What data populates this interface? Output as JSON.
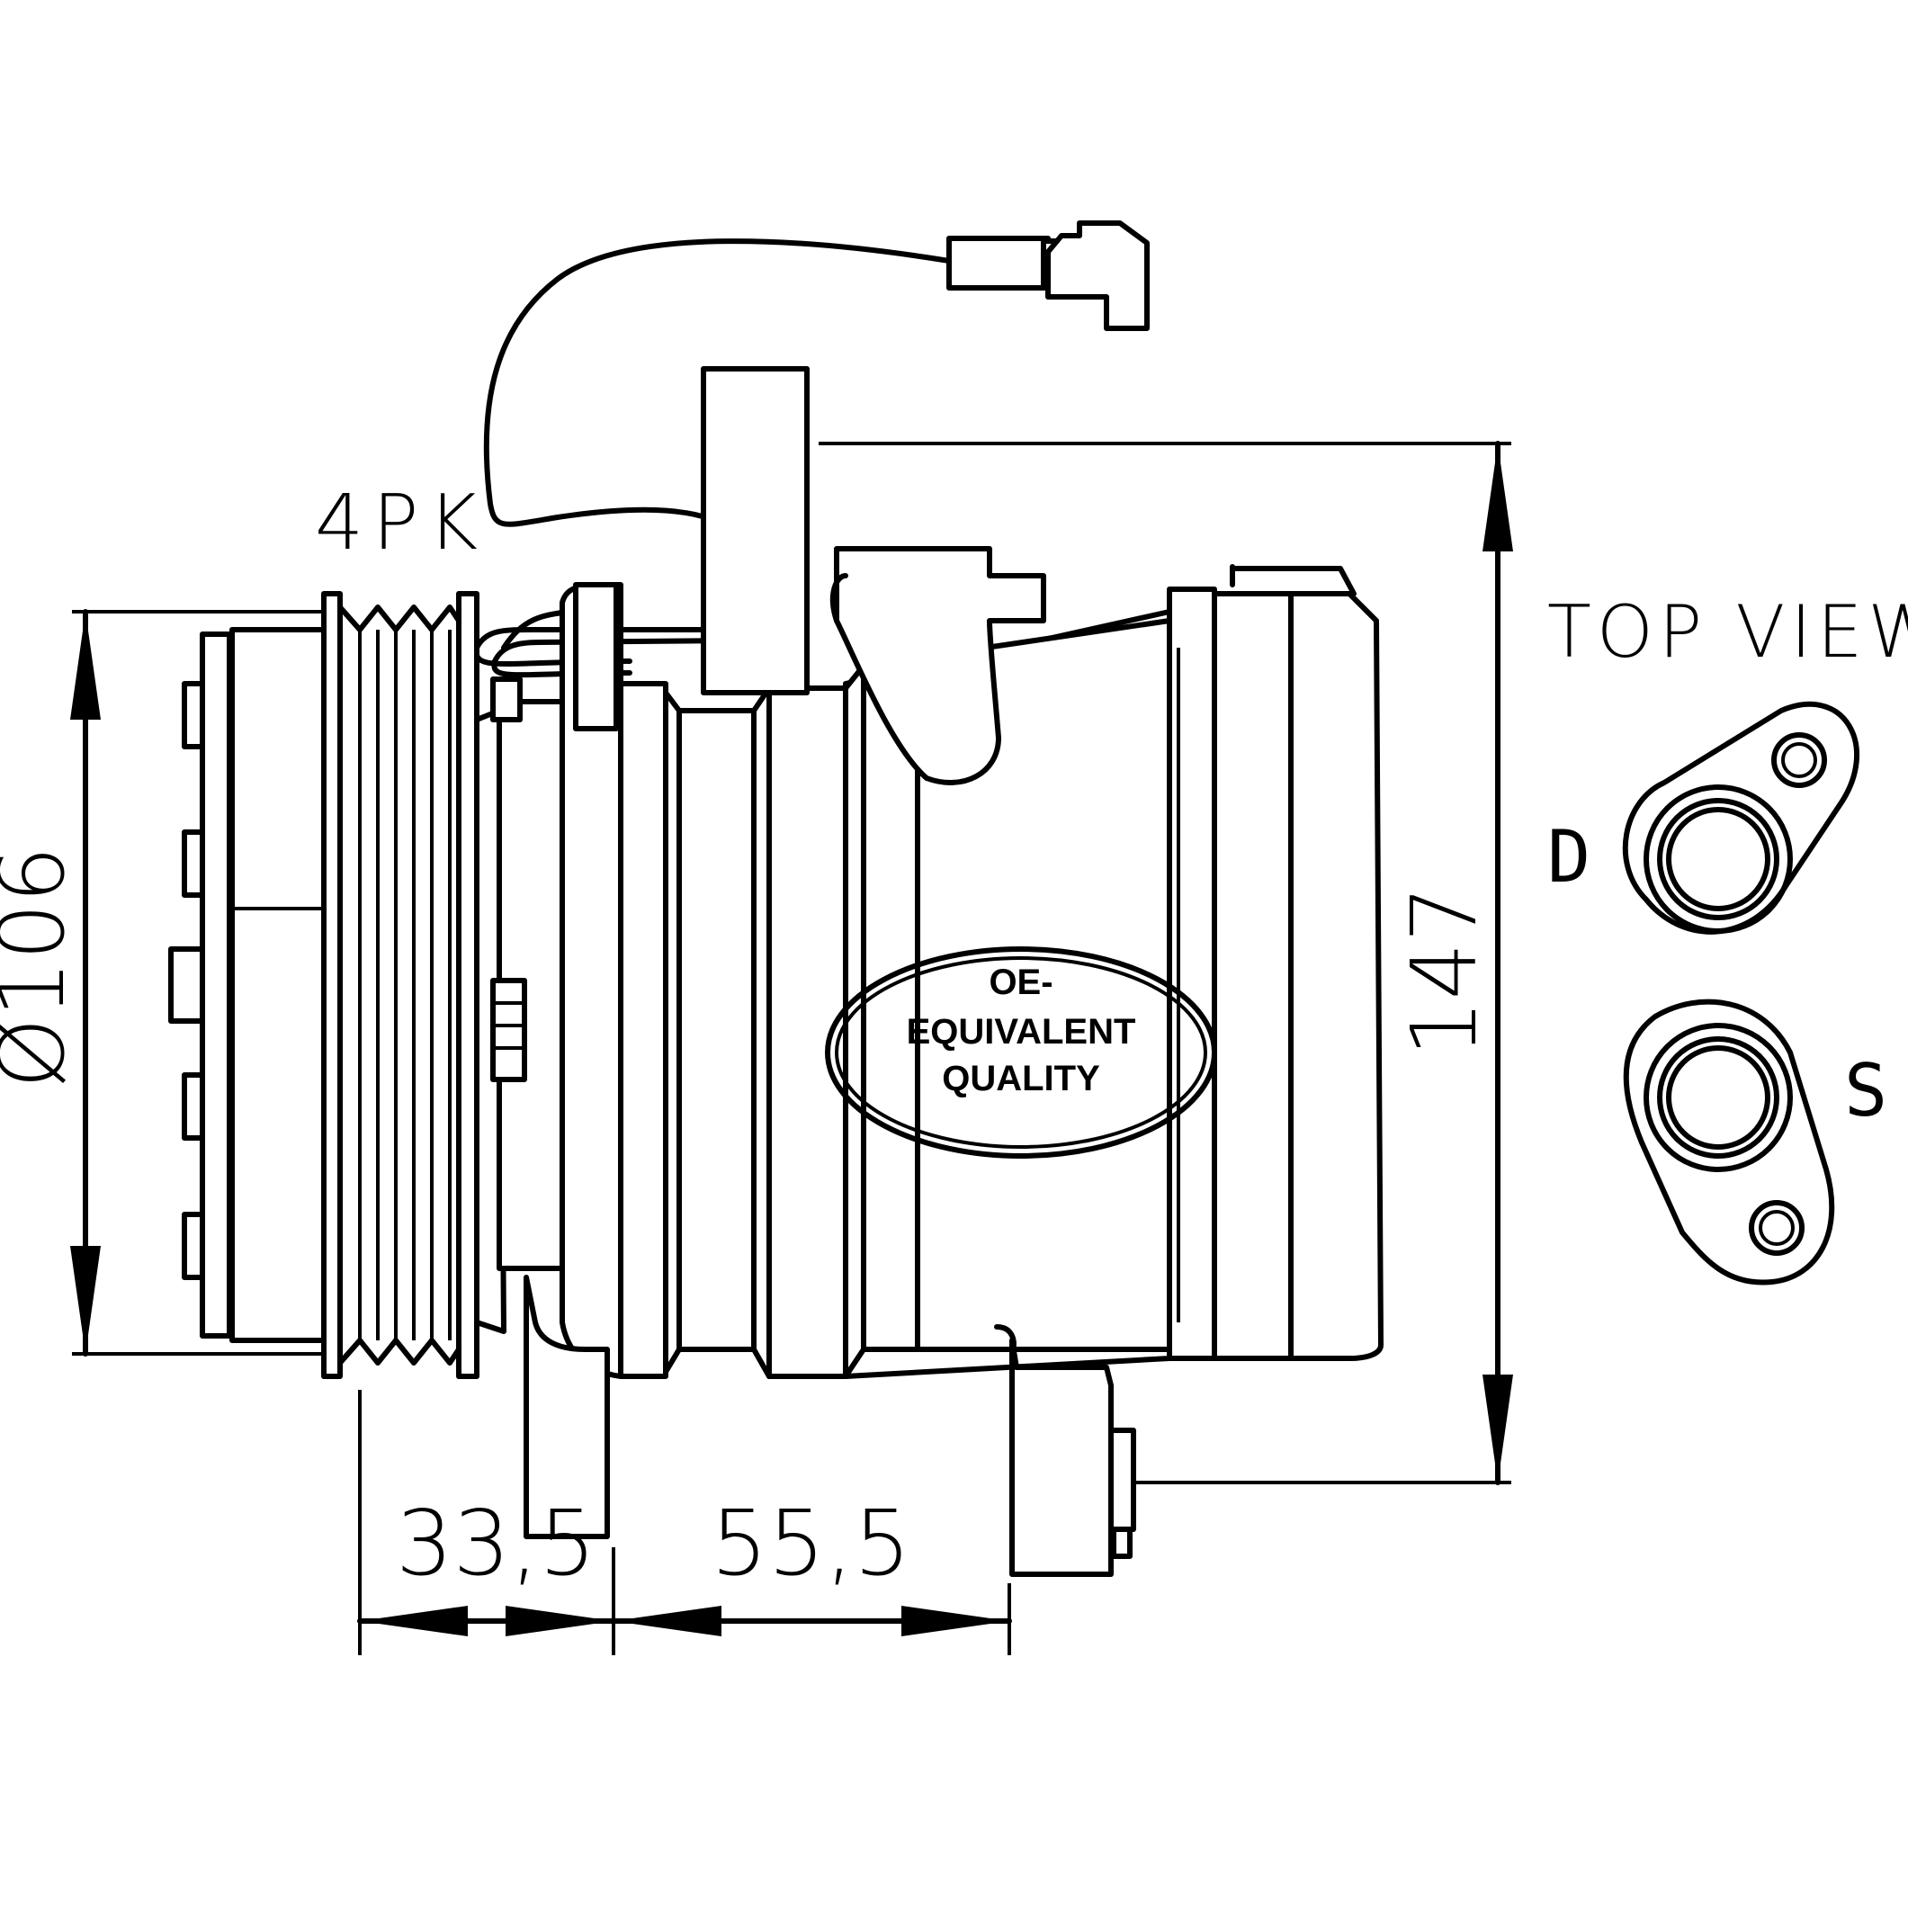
{
  "labels": {
    "belt": "4PK",
    "top_view": "TOP VIEW",
    "port_d": "D",
    "port_s": "S"
  },
  "dimensions": {
    "diameter": "Ø106",
    "height": "147",
    "left_offset": "33,5",
    "mount_offset": "55,5"
  },
  "badge": {
    "line1": "OE-",
    "line2": "EQUIVALENT",
    "line3": "QUALITY"
  },
  "colors": {
    "stroke": "#000000",
    "background": "#ffffff"
  }
}
